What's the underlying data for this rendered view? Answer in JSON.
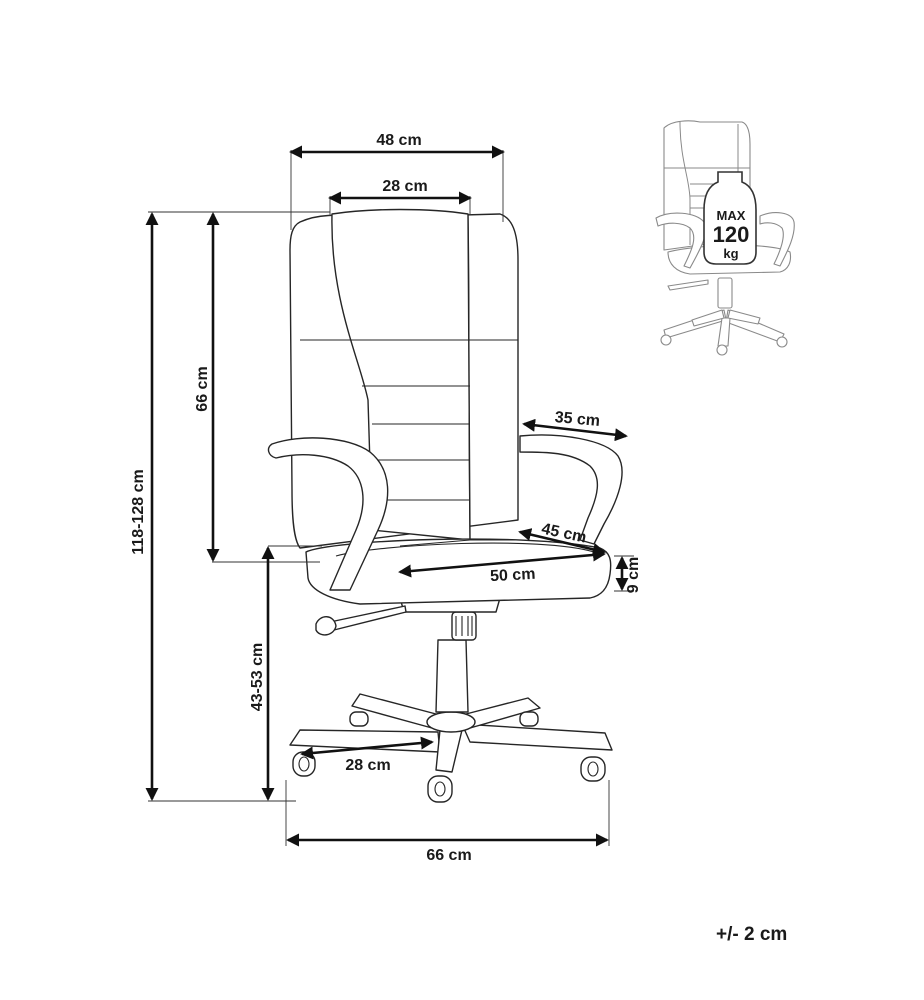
{
  "dimensions": {
    "overall_width": "48 cm",
    "backrest_width": "28 cm",
    "backrest_height": "66 cm",
    "total_height": "118-128 cm",
    "armrest_length": "35 cm",
    "seat_depth": "45 cm",
    "seat_width": "50 cm",
    "seat_thickness": "9 cm",
    "seat_height": "43-53 cm",
    "leg_length": "28 cm",
    "base_width": "66 cm"
  },
  "capacity_badge": {
    "line1": "MAX",
    "line2": "120",
    "line3": "kg"
  },
  "tolerance": "+/- 2 cm"
}
